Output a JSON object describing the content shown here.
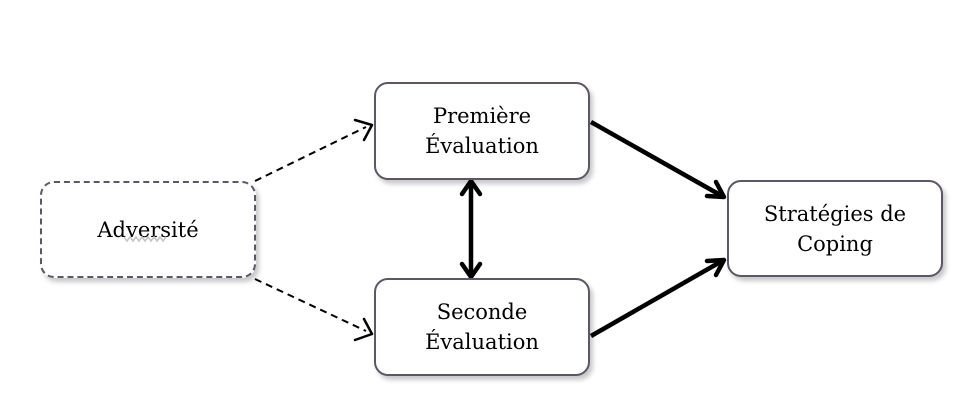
{
  "nodes": {
    "adversite": {
      "line1": "Adversité"
    },
    "premiere": {
      "line1": "Première",
      "line2": "Évaluation"
    },
    "seconde": {
      "line1": "Seconde",
      "line2": "Évaluation"
    },
    "strategies": {
      "line1": "Stratégies de",
      "line2": "Coping"
    }
  },
  "edges": [
    {
      "from": "adversite",
      "to": "premiere",
      "style": "dashed",
      "direction": "forward"
    },
    {
      "from": "adversite",
      "to": "seconde",
      "style": "dashed",
      "direction": "forward"
    },
    {
      "from": "premiere",
      "to": "seconde",
      "style": "solid-bold",
      "direction": "both"
    },
    {
      "from": "premiere",
      "to": "strategies",
      "style": "solid-bold",
      "direction": "forward"
    },
    {
      "from": "seconde",
      "to": "strategies",
      "style": "solid-bold",
      "direction": "forward"
    }
  ],
  "colors": {
    "border": "#5e5566",
    "arrow": "#000000"
  }
}
